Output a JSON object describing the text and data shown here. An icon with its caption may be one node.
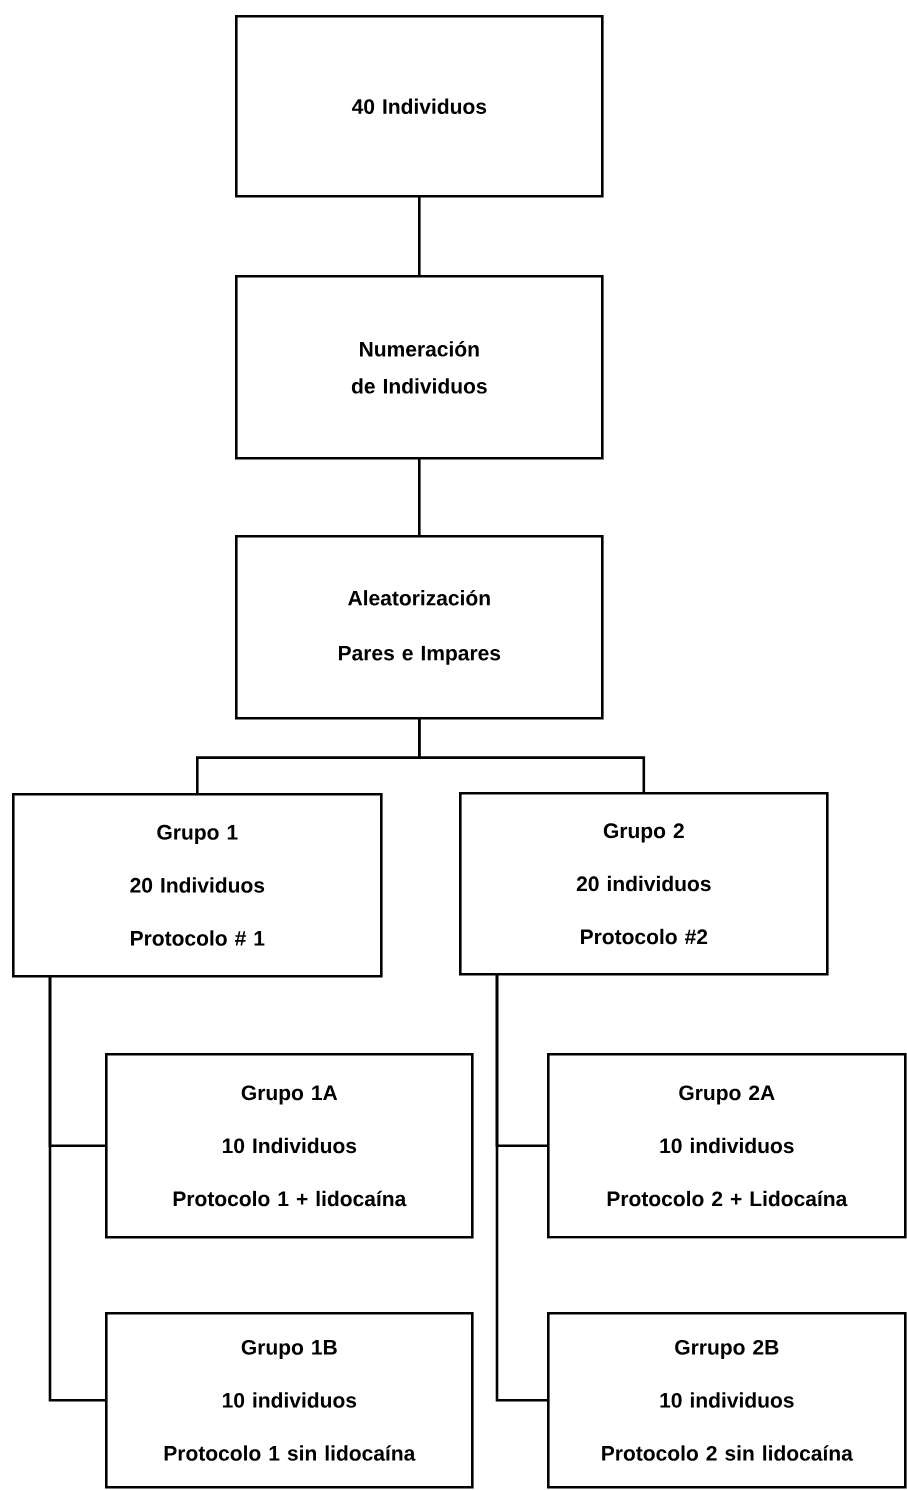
{
  "diagram": {
    "nodes": [
      {
        "text": [
          "40 Individuos"
        ]
      },
      {
        "text": [
          "Numeración de Individuos"
        ]
      },
      {
        "text": [
          "Aleatorización",
          "Pares e Impares"
        ]
      },
      {
        "text": [
          "Grupo 1",
          "20 Individuos",
          "Protocolo # 1"
        ]
      },
      {
        "text": [
          "Grupo 2",
          "20 individuos",
          "Protocolo #2"
        ]
      },
      {
        "text": [
          "Grupo 1A",
          "10 Individuos",
          "Protocolo 1 + lidocaína"
        ]
      },
      {
        "text": [
          "Grupo 1B",
          "10 individuos",
          "Protocolo 1 sin lidocaína"
        ]
      },
      {
        "text": [
          "Grupo 2A",
          "10 individuos",
          "Protocolo 2 + Lidocaína"
        ]
      },
      {
        "text": [
          "Grrupo 2B",
          "10 individuos",
          "Protocolo 2 sin lidocaína"
        ]
      }
    ],
    "edges": [
      {
        "from": 0,
        "to": 1,
        "arrow": "none"
      },
      {
        "from": 1,
        "to": 2,
        "arrow": "none"
      },
      {
        "from": 2,
        "to": 3,
        "arrow": "none"
      },
      {
        "from": 2,
        "to": 4,
        "arrow": "none"
      },
      {
        "from": 3,
        "to": 5,
        "arrow": "none"
      },
      {
        "from": 3,
        "to": 6,
        "arrow": "none"
      },
      {
        "from": 4,
        "to": 7,
        "arrow": "none"
      },
      {
        "from": 4,
        "to": 8,
        "arrow": "none"
      }
    ]
  }
}
